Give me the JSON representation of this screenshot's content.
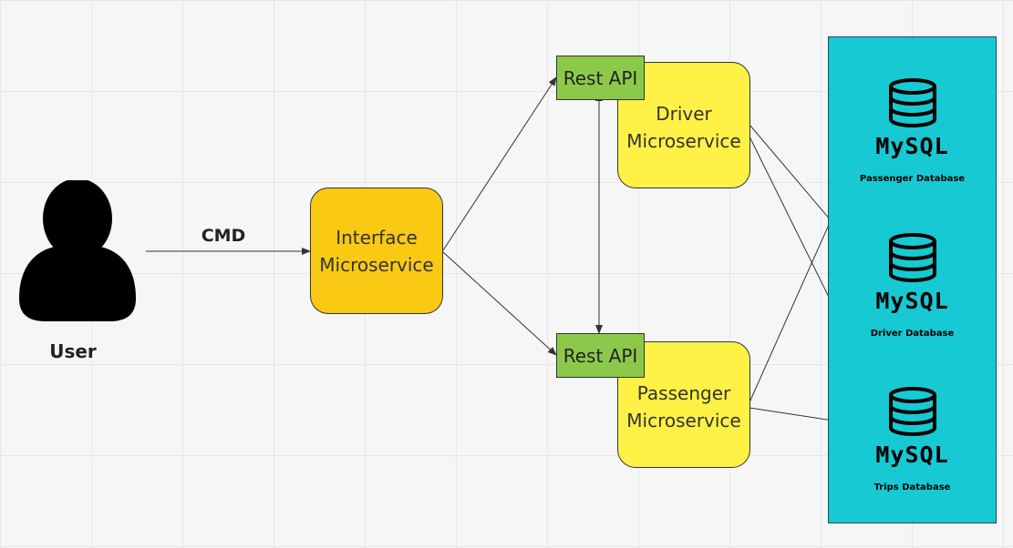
{
  "user": {
    "label": "User"
  },
  "edge_label": "CMD",
  "interface": {
    "line1": "Interface",
    "line2": "Microservice"
  },
  "driver": {
    "line1": "Driver",
    "line2": "Microservice",
    "api": "Rest API"
  },
  "passenger": {
    "line1": "Passenger",
    "line2": "Microservice",
    "api": "Rest API"
  },
  "databases": [
    {
      "engine": "MySQL",
      "name": "Passenger Database",
      "icon": "database-icon"
    },
    {
      "engine": "MySQL",
      "name": "Driver Database",
      "icon": "database-icon"
    },
    {
      "engine": "MySQL",
      "name": "Trips Database",
      "icon": "database-icon"
    }
  ],
  "colors": {
    "interface": "#f9c913",
    "service": "#fff146",
    "rest_api": "#8cc94a",
    "db_panel": "#17c9d2"
  }
}
